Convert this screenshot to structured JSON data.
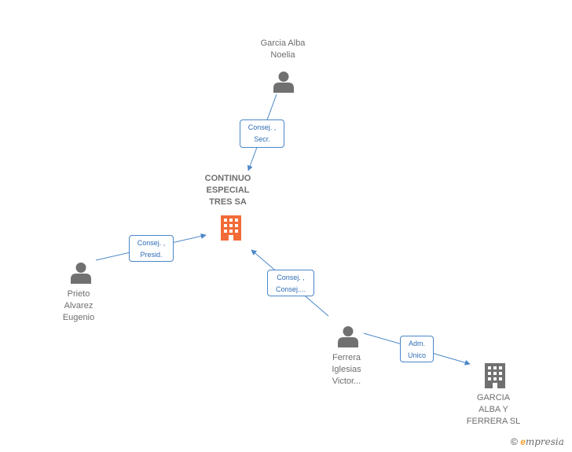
{
  "colors": {
    "person": "#707070",
    "company_main": "#f26b38",
    "company": "#707070",
    "edge": "#4a86c8",
    "edge_text": "#2f6db5"
  },
  "nodes": {
    "main_company": {
      "lines": [
        "CONTINUO",
        "ESPECIAL",
        "TRES SA"
      ],
      "icon": "building-icon"
    },
    "garcia_alba_noelia": {
      "lines": [
        "Garcia Alba",
        "Noelia"
      ],
      "icon": "person-icon"
    },
    "prieto_alvarez_eugenio": {
      "lines": [
        "Prieto",
        "Alvarez",
        "Eugenio"
      ],
      "icon": "person-icon"
    },
    "ferrera_iglesias_victor": {
      "lines": [
        "Ferrera",
        "Iglesias",
        "Victor..."
      ],
      "icon": "person-icon"
    },
    "garcia_alba_ferrera_sl": {
      "lines": [
        "GARCIA",
        "ALBA Y",
        "FERRERA SL"
      ],
      "icon": "building-icon"
    }
  },
  "edges": {
    "noelia_to_main": {
      "lines": [
        "Consej. ,",
        "Secr."
      ]
    },
    "prieto_to_main": {
      "lines": [
        "Consej. ,",
        "Presid."
      ]
    },
    "ferrera_to_main": {
      "lines": [
        "Consej. ,",
        "Consej...."
      ]
    },
    "ferrera_to_sl": {
      "lines": [
        "Adm.",
        "Unico"
      ]
    }
  },
  "footer": {
    "copyright": "©",
    "brand_initial": "e",
    "brand_rest": "mpresia"
  }
}
